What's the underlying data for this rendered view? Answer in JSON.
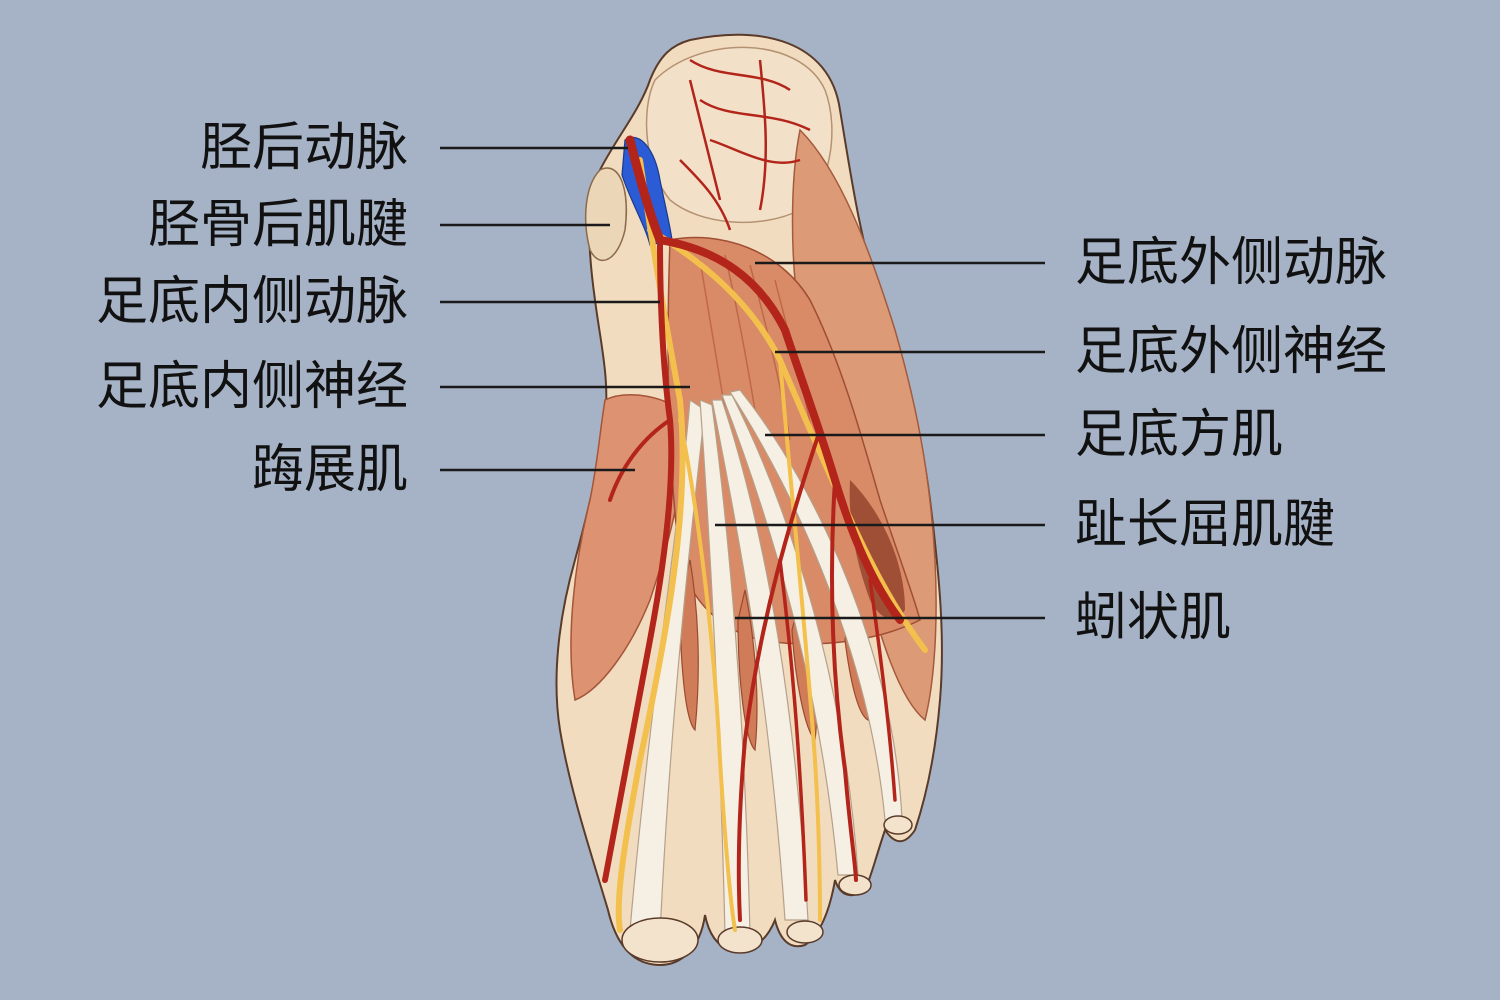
{
  "background_color": "#a6b3c6",
  "colors": {
    "skin": "#f1dcc0",
    "skin_shadow": "#d7b898",
    "muscle": "#d98a66",
    "muscle_dark": "#b8553a",
    "artery": "#b3241a",
    "vein": "#2c5bd6",
    "nerve": "#f3c04e",
    "tendon": "#f6efe4",
    "outline": "#5a3b2a"
  },
  "labels_left": [
    {
      "key": "posterior_tibial_artery",
      "text": "胫后动脉"
    },
    {
      "key": "tibialis_posterior_tendon",
      "text": "胫骨后肌腱"
    },
    {
      "key": "medial_plantar_artery",
      "text": "足底内侧动脉"
    },
    {
      "key": "medial_plantar_nerve",
      "text": "足底内侧神经"
    },
    {
      "key": "abductor_hallucis",
      "text": "踇展肌"
    }
  ],
  "labels_right": [
    {
      "key": "lateral_plantar_artery",
      "text": "足底外侧动脉"
    },
    {
      "key": "lateral_plantar_nerve",
      "text": "足底外侧神经"
    },
    {
      "key": "quadratus_plantae",
      "text": "足底方肌"
    },
    {
      "key": "flexor_digitorum_longus_tendon",
      "text": "趾长屈肌腱"
    },
    {
      "key": "lumbricals",
      "text": "蚓状肌"
    }
  ]
}
